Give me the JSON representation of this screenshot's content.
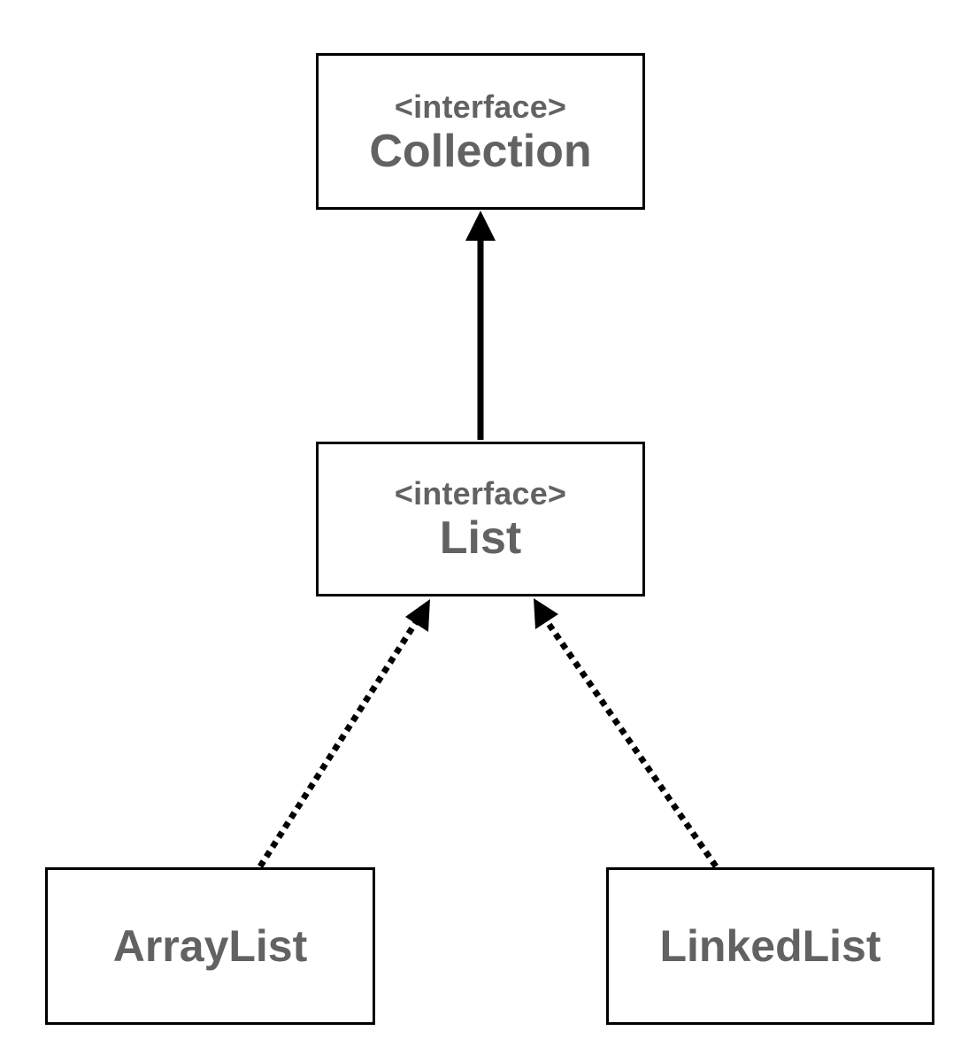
{
  "nodes": {
    "collection": {
      "stereotype": "<interface>",
      "name": "Collection"
    },
    "list": {
      "stereotype": "<interface>",
      "name": "List"
    },
    "arraylist": {
      "name": "ArrayList"
    },
    "linkedlist": {
      "name": "LinkedList"
    }
  },
  "edges": [
    {
      "from": "list",
      "to": "collection",
      "style": "solid",
      "arrowhead": "filled-triangle"
    },
    {
      "from": "arraylist",
      "to": "list",
      "style": "dotted",
      "arrowhead": "filled-triangle"
    },
    {
      "from": "linkedlist",
      "to": "list",
      "style": "dotted",
      "arrowhead": "filled-triangle"
    }
  ],
  "colors": {
    "text": "#626262",
    "stroke": "#000000",
    "background": "#ffffff"
  }
}
